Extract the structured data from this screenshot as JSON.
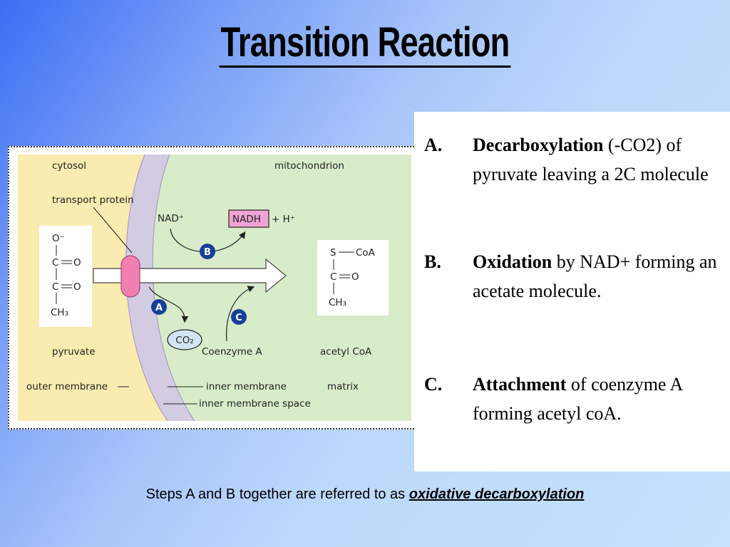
{
  "title": "Transition Reaction",
  "diagram": {
    "labels": {
      "cytosol": "cytosol",
      "mitochondrion": "mitochondrion",
      "transport_protein": "transport protein",
      "nad": "NAD⁺",
      "nadh": "NADH",
      "h_plus": "+ H⁺",
      "co2": "CO₂",
      "coenzyme_a": "Coenzyme A",
      "pyruvate": "pyruvate",
      "acetyl_coa": "acetyl CoA",
      "outer_membrane": "outer membrane",
      "inner_membrane": "inner membrane",
      "inner_membrane_space": "inner membrane space",
      "matrix": "matrix",
      "step_a": "A",
      "step_b": "B",
      "step_c": "C"
    },
    "pyruvate_structure": {
      "o_minus": "O⁻",
      "c1": "C",
      "o1": "O",
      "c2": "C",
      "o2": "O",
      "ch3": "CH₃"
    },
    "acetyl_structure": {
      "s": "S",
      "coa": "CoA",
      "c": "C",
      "o": "O",
      "ch3": "CH₃"
    },
    "colors": {
      "cytosol": "#faecb0",
      "matrix": "#d9ecc9",
      "membrane": "#d3cbe2",
      "protein": "#f27fb2",
      "badge": "#173f9a",
      "nadh_box": "#f0a3d4",
      "co2_fill": "#d2e5f4"
    }
  },
  "steps": [
    {
      "letter": "A.",
      "term": "Decarboxylation",
      "rest": " (-CO2) of pyruvate leaving a 2C molecule"
    },
    {
      "letter": "B.",
      "term": "Oxidation",
      "rest": " by NAD+ forming an acetate molecule."
    },
    {
      "letter": "C.",
      "term": "Attachment",
      "rest": " of coenzyme A forming acetyl coA."
    }
  ],
  "footer": {
    "prefix": "Steps A and B together are referred to as ",
    "emphasis": "oxidative decarboxylation"
  }
}
